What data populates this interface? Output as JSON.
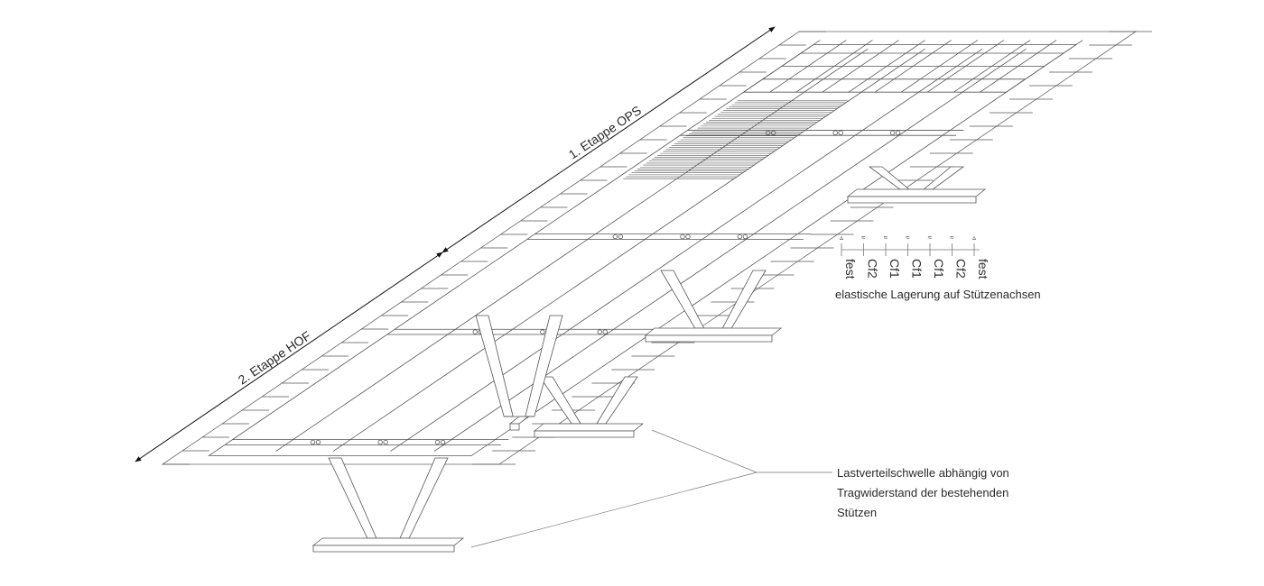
{
  "stages": {
    "stage1": "1. Etappe OPS",
    "stage2": "2. Etappe HOF"
  },
  "bearing_legend": {
    "labels": [
      "fest",
      "Cf2",
      "Cf1",
      "Cf1",
      "Cf1",
      "Cf2",
      "fest"
    ],
    "symbols": [
      "▵",
      "≈",
      "≈",
      "≈",
      "≈",
      "≈",
      "▵"
    ],
    "caption": "elastische Lagerung auf Stützenachsen"
  },
  "callout": {
    "lines": [
      "Lastverteilschwelle abhängig von",
      "Tragwiderstand der bestehenden",
      "Stützen"
    ]
  }
}
